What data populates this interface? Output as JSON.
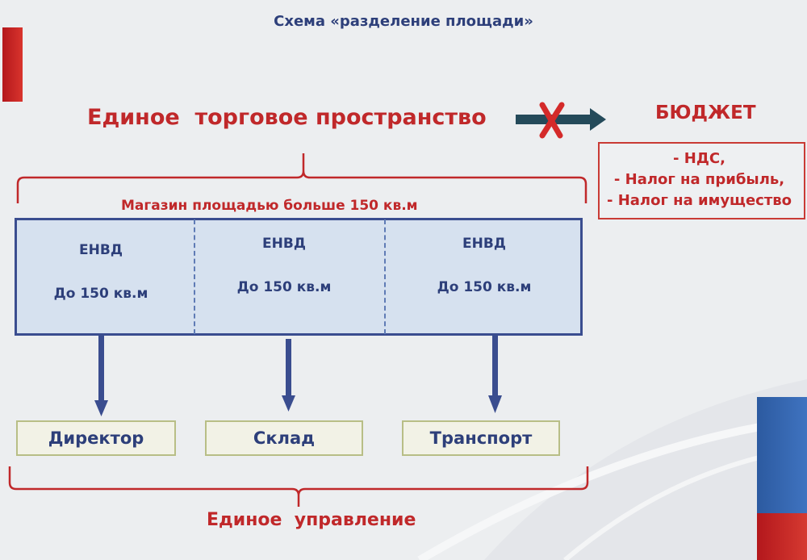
{
  "title": "Схема «разделение площади»",
  "heading": "Единое  торговое пространство",
  "budget": {
    "title": "БЮДЖЕТ",
    "items": [
      "- НДС,",
      "- Налог на прибыль,",
      "- Налог на имущество"
    ]
  },
  "shop": {
    "label": "Магазин площадью больше 150 кв.м",
    "cells": [
      {
        "regime": "ЕНВД",
        "area": "До 150 кв.м"
      },
      {
        "regime": "ЕНВД",
        "area": "До 150 кв.м"
      },
      {
        "regime": "ЕНВД",
        "area": "До 150 кв.м"
      }
    ]
  },
  "units": [
    "Директор",
    "Склад",
    "Транспорт"
  ],
  "management": "Единое  управление",
  "colors": {
    "accent_red": "#c0282a",
    "navy": "#2d3f7a",
    "box_fill": "#d6e1ef",
    "unit_fill": "#f2f2e6"
  }
}
